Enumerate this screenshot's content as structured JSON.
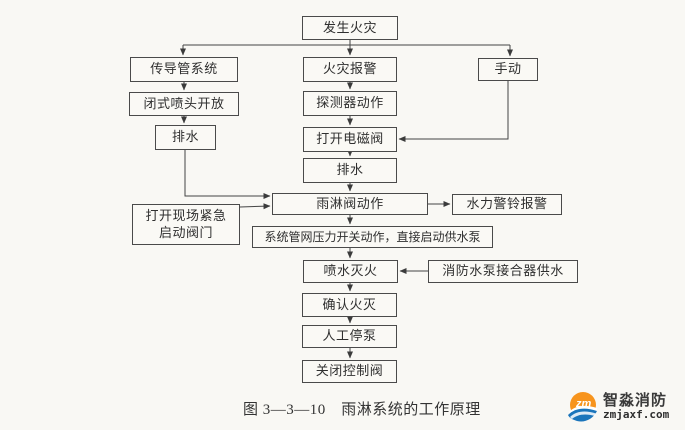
{
  "diagram": {
    "title_caption": "图 3—3—10　雨淋系统的工作原理",
    "nodes": {
      "fire_occurs": {
        "label": "发生火灾"
      },
      "conduit_system": {
        "label": "传导管系统"
      },
      "closed_sprinkler_open": {
        "label": "闭式喷头开放"
      },
      "drain_left": {
        "label": "排水"
      },
      "fire_alarm": {
        "label": "火灾报警"
      },
      "detector_action": {
        "label": "探测器动作"
      },
      "open_solenoid_valve": {
        "label": "打开电磁阀"
      },
      "drain_center": {
        "label": "排水"
      },
      "manual": {
        "label": "手动"
      },
      "deluge_valve_action": {
        "label": "雨淋阀动作"
      },
      "hydraulic_alarm_bell": {
        "label": "水力警铃报警"
      },
      "emergency_start_valve": {
        "label": "打开现场紧急\n启动阀门"
      },
      "pressure_switch_start_pump": {
        "label": "系统管网压力开关动作，直接启动供水泵"
      },
      "spray_extinguish": {
        "label": "喷水灭火"
      },
      "pump_adapter_supply": {
        "label": "消防水泵接合器供水"
      },
      "confirm_fire_out": {
        "label": "确认火灭"
      },
      "manual_stop_pump": {
        "label": "人工停泵"
      },
      "close_control_valve": {
        "label": "关闭控制阀"
      }
    }
  },
  "watermark": {
    "brand": "智淼消防",
    "domain": "zmjaxf.com",
    "colors": {
      "orange": "#f7941d",
      "blue": "#1b75bb",
      "text": "#333333"
    }
  },
  "colors": {
    "background": "#f9f8f4",
    "box_border": "#4a4a4a",
    "line": "#444444",
    "text": "#2f2f2f"
  }
}
